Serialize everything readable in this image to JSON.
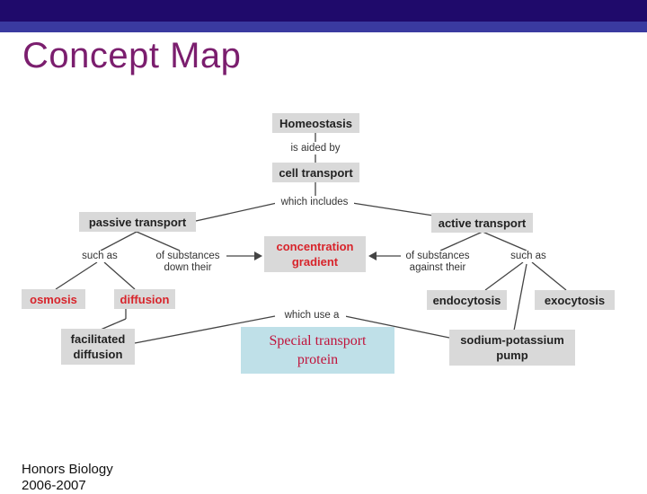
{
  "slide": {
    "title": "Concept Map",
    "footer_line1": "Honors Biology",
    "footer_line2": "2006-2007"
  },
  "colors": {
    "top_bar": "#1f0a6b",
    "title": "#7b1e6e",
    "node_bg": "#d9d9d9",
    "highlight_text": "#d8242b",
    "callout_bg": "#bfe0e8",
    "callout_text": "#c0143c"
  },
  "nodes": {
    "homeostasis": "Homeostasis",
    "cell_transport": "cell transport",
    "passive_transport": "passive transport",
    "active_transport": "active transport",
    "concentration_gradient_l1": "concentration",
    "concentration_gradient_l2": "gradient",
    "osmosis": "osmosis",
    "diffusion": "diffusion",
    "endocytosis": "endocytosis",
    "exocytosis": "exocytosis",
    "facilitated_l1": "facilitated",
    "facilitated_l2": "diffusion",
    "pump_l1": "sodium-potassium",
    "pump_l2": "pump"
  },
  "links": {
    "is_aided_by": "is aided by",
    "which_includes": "which includes",
    "such_as_left": "such as",
    "such_as_right": "such as",
    "down_l1": "of substances",
    "down_l2": "down their",
    "against_l1": "of substances",
    "against_l2": "against their",
    "which_use_a": "which use a"
  },
  "callout": {
    "line1": "Special transport",
    "line2": "protein"
  }
}
